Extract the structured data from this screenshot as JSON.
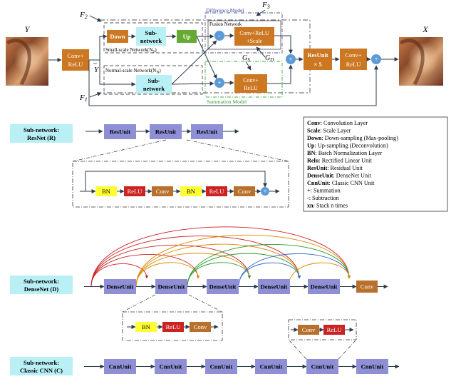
{
  "colors": {
    "orange": "#cc7722",
    "green": "#66aa33",
    "cyan": "#b8f0f5",
    "blue": "#8f8fd6",
    "node": "#5b9bd5",
    "yellow": "#ffff33",
    "red": "#cc2222",
    "brown": "#b8702c",
    "line": "#2b3a4a",
    "purple_dash": "#555588",
    "green_dash": "#44aa44"
  },
  "icons": [
    "lena-image-icon",
    "plus-node-icon"
  ],
  "top": {
    "label_y": "Y",
    "label_y_tilde": "Y",
    "label_x": "X",
    "label_f1": "F",
    "label_f1_sub": "1",
    "label_f2": "F",
    "label_f2_sub": "2",
    "label_f3": "F",
    "label_f3_sub": "3",
    "label_gs": "G",
    "label_gs_sub": "S",
    "label_gd": "G",
    "label_gd_sub": "D",
    "conv_relu_1": [
      "Conv+",
      "ReLU"
    ],
    "down": "Down",
    "subnetwork_top": [
      "Sub-",
      "network"
    ],
    "up": "Up",
    "subnetwork_bottom": [
      "Sub-",
      "network"
    ],
    "small_scale": "Small-scale Network(N",
    "small_scale_sub": "S",
    "normal_scale": "Normal-scale Network(N",
    "normal_scale_sub": "N",
    "difference_model": "Difference Model",
    "fusion_network": "Fusion Network",
    "fusion_box": [
      "Conv+ReLU",
      "+Scale"
    ],
    "summation_box": [
      "Conv+",
      "ReLU"
    ],
    "summation_model": "Summation Model",
    "resunit_x5": [
      "ResUnit",
      "× 5"
    ],
    "conv_relu_2": [
      "Conv+",
      "ReLU"
    ],
    "plus": "+",
    "minus": "-"
  },
  "legend": [
    {
      "key": "Conv",
      "desc": ": Convolution Layer"
    },
    {
      "key": "Scale",
      "desc": ": Scale Layer"
    },
    {
      "key": "Down",
      "desc": ": Down-sampling (Max-pooling)"
    },
    {
      "key": "Up",
      "desc": ": Up-sampling (Deconvolution)"
    },
    {
      "key": "BN",
      "desc": ": Batch Normalization Layer"
    },
    {
      "key": "Relu",
      "desc": ": Rectified Linear Unit"
    },
    {
      "key": "ResUnit",
      "desc": ": Residual Unit"
    },
    {
      "key": "DenseUnit",
      "desc": ": DenseNet Unit"
    },
    {
      "key": "CnnUnit",
      "desc": ": Classic CNN Unit"
    },
    {
      "key": "+",
      "desc": ": Summation"
    },
    {
      "key": "-",
      "desc": ": Subtraction"
    },
    {
      "key": "xn",
      "desc": ": Stack n times"
    }
  ],
  "resnet": {
    "title": [
      "Sub-network:",
      "ResNet (R)"
    ],
    "units": [
      "ResUnit",
      "ResUnit",
      "ResUnit"
    ],
    "detail": [
      "BN",
      "ReLU",
      "Conv",
      "BN",
      "ReLU",
      "Conv"
    ]
  },
  "densenet": {
    "title": [
      "Sub-network:",
      "DenseNet (D)"
    ],
    "units": [
      "DenseUnit",
      "DenseUnit",
      "DenseUnit",
      "DenseUnit",
      "DenseUnit"
    ],
    "conv": "Conv",
    "detail": [
      "BN",
      "ReLU",
      "Conv"
    ]
  },
  "cnn": {
    "title": [
      "Sub-network:",
      "Classic CNN (C)"
    ],
    "units": [
      "CnnUnit",
      "CnnUnit",
      "CnnUnit",
      "CnnUnit",
      "CnnUnit",
      "CnnUnit"
    ],
    "detail": [
      "Conv",
      "ReLU"
    ]
  }
}
